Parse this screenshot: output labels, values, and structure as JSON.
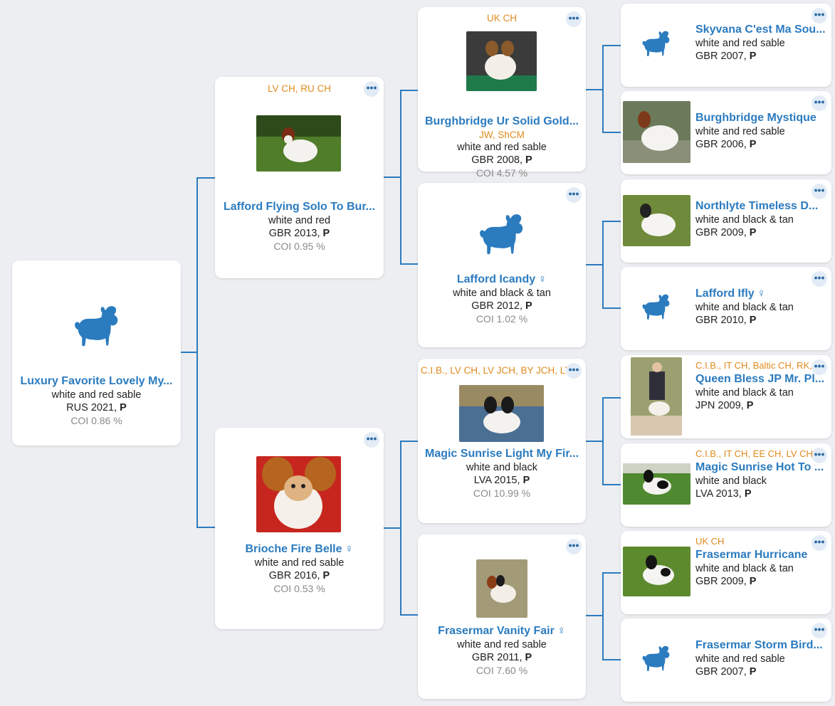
{
  "more_label": "•••",
  "dog_icon": "papillon-silhouette-icon",
  "female_symbol": "♀",
  "accent": "#2b7bbf",
  "title_color": "#e08a1e",
  "subject": {
    "name": "Luxury Favorite Lovely My...",
    "color": "white and red sable",
    "country_year": "RUS 2021, ",
    "reg": "P",
    "coi": "COI 0.86 %"
  },
  "parents": [
    {
      "titles": "LV CH, RU CH",
      "name": "Lafford Flying Solo To Bur...",
      "color": "white and red",
      "country_year": "GBR 2013, ",
      "reg": "P",
      "coi": "COI 0.95 %"
    },
    {
      "name": "Brioche Fire Belle",
      "color": "white and red sable",
      "country_year": "GBR 2016, ",
      "reg": "P",
      "coi": "COI 0.53 %"
    }
  ],
  "grandparents": [
    {
      "titles": "UK CH",
      "name": "Burghbridge Ur Solid Gold...",
      "sub_titles": "JW, ShCM",
      "color": "white and red sable",
      "country_year": "GBR 2008, ",
      "reg": "P",
      "coi": "COI 4.57 %"
    },
    {
      "name": "Lafford Icandy",
      "color": "white and black & tan",
      "country_year": "GBR 2012, ",
      "reg": "P",
      "coi": "COI 1.02 %"
    },
    {
      "titles": "C.I.B., LV CH, LV JCH, BY JCH, LT",
      "name": "Magic Sunrise Light My Fir...",
      "color": "white and black",
      "country_year": "LVA 2015, ",
      "reg": "P",
      "coi": "COI 10.99 %"
    },
    {
      "name": "Frasermar Vanity Fair",
      "color": "white and red sable",
      "country_year": "GBR 2011, ",
      "reg": "P",
      "coi": "COI 7.60 %"
    }
  ],
  "great_grandparents": [
    {
      "titles": "",
      "name": "Skyvana C'est Ma Sou...",
      "color": "white and red sable",
      "country_year": "GBR 2007, ",
      "reg": "P"
    },
    {
      "titles": "",
      "name": "Burghbridge Mystique",
      "color": "white and red sable",
      "country_year": "GBR 2006, ",
      "reg": "P"
    },
    {
      "titles": "",
      "name": "Northlyte Timeless D...",
      "color": "white and black & tan",
      "country_year": "GBR 2009, ",
      "reg": "P"
    },
    {
      "titles": "",
      "name": "Lafford Ifly",
      "color": "white and black & tan",
      "country_year": "GBR 2010, ",
      "reg": "P"
    },
    {
      "titles": "C.I.B., IT CH, Baltic CH, RK,",
      "name": "Queen Bless JP Mr. Pl...",
      "color": "white and black & tan",
      "country_year": "JPN 2009, ",
      "reg": "P"
    },
    {
      "titles": "C.I.B., IT CH, EE CH, LV CH",
      "name": "Magic Sunrise Hot To ...",
      "color": "white and black",
      "country_year": "LVA 2013, ",
      "reg": "P"
    },
    {
      "titles": "UK CH",
      "name": "Frasermar Hurricane",
      "color": "white and black & tan",
      "country_year": "GBR 2009, ",
      "reg": "P"
    },
    {
      "titles": "",
      "name": "Frasermar Storm Bird...",
      "color": "white and red sable",
      "country_year": "GBR 2007, ",
      "reg": "P"
    }
  ]
}
